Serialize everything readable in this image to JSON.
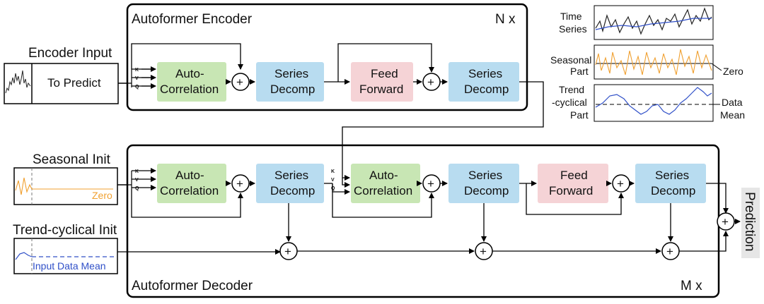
{
  "encoder": {
    "title": "Autoformer Encoder",
    "repeat": "N x",
    "input_label": "Encoder Input",
    "to_predict": "To Predict",
    "blocks": {
      "autocorr_1": "Auto-",
      "autocorr_2": "Correlation",
      "decomp_1": "Series",
      "decomp_2": "Decomp",
      "ff_1": "Feed",
      "ff_2": "Forward"
    }
  },
  "decoder": {
    "title": "Autoformer Decoder",
    "repeat": "M x",
    "seasonal_init": "Seasonal Init",
    "trend_init": "Trend-cyclical Init",
    "zero": "Zero",
    "input_data_mean": "Input Data Mean",
    "prediction": "Prediction"
  },
  "ports": {
    "k": "K",
    "v": "V",
    "q": "Q"
  },
  "plus": "+",
  "legend": {
    "time_series_1": "Time",
    "time_series_2": "Series",
    "seasonal_1": "Seasonal",
    "seasonal_2": "Part",
    "trend_1": "Trend",
    "trend_2": "-cyclical",
    "trend_3": "Part",
    "zero": "Zero",
    "data_mean_1": "Data",
    "data_mean_2": "Mean"
  },
  "colors": {
    "autocorrelation": "#c8e6b4",
    "series_decomp": "#b8dcf0",
    "feed_forward": "#f5d3d6",
    "seasonal_line": "#f0a030",
    "trend_line": "#3050c8",
    "series_line": "#222222"
  }
}
